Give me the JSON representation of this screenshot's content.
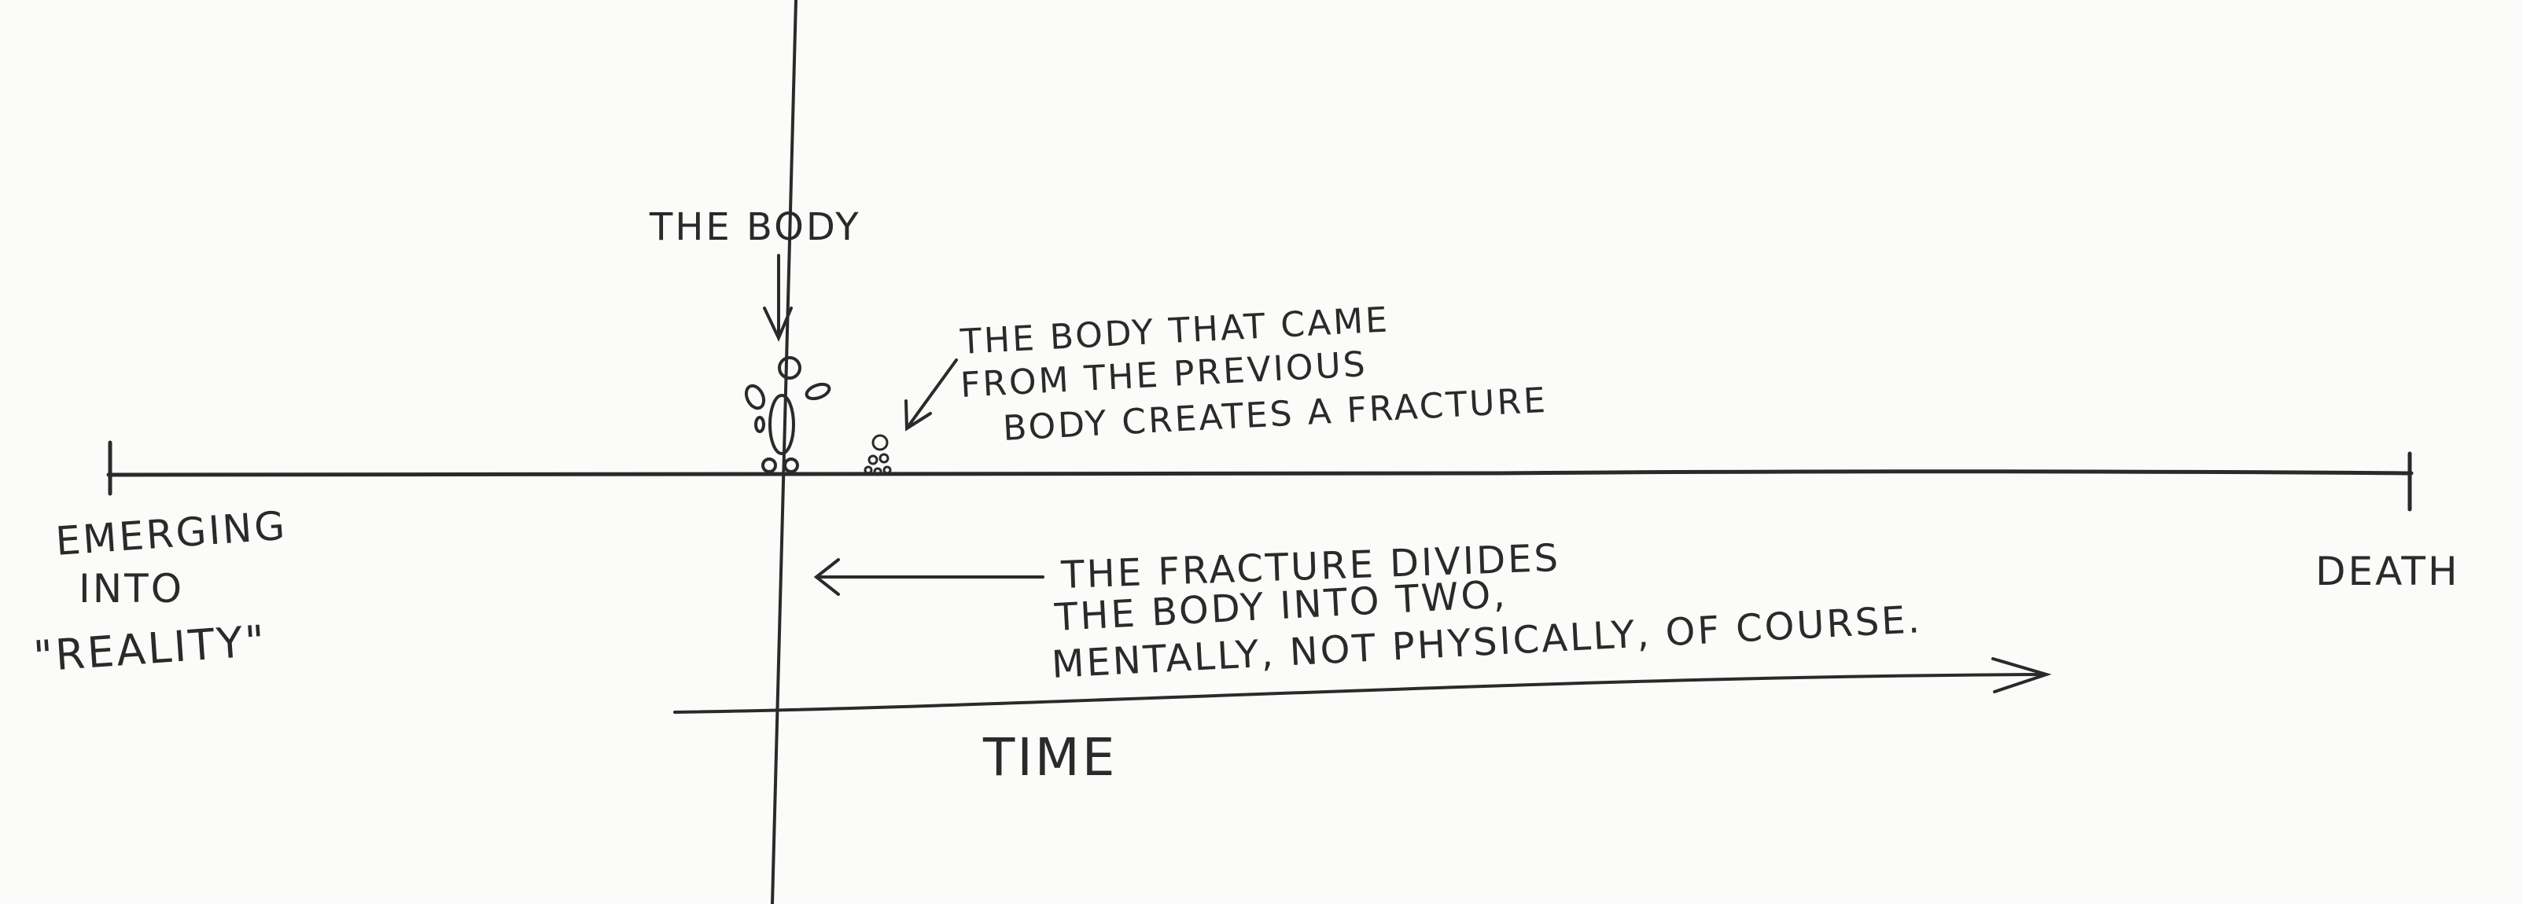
{
  "labels": {
    "the_body": "THE BODY",
    "came_from_line1": "THE BODY THAT CAME",
    "came_from_line2": "FROM THE PREVIOUS",
    "came_from_line3": "BODY CREATES A FRACTURE",
    "emerging_line1": "EMERGING",
    "emerging_line2": "INTO",
    "emerging_line3": "\"REALITY\"",
    "death": "DEATH",
    "fracture_line1": "THE FRACTURE DIVIDES",
    "fracture_line2": "THE BODY INTO TWO,",
    "fracture_line3": "MENTALLY, NOT PHYSICALLY, OF COURSE.",
    "time": "TIME"
  },
  "colors": {
    "ink": "#2a2a2a",
    "paper": "#fbfbf9"
  }
}
